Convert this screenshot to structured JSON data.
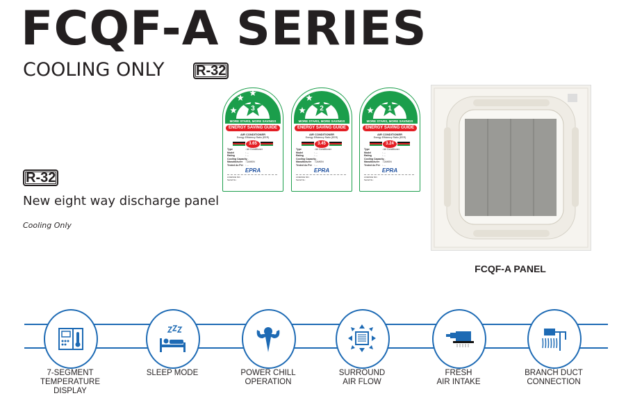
{
  "header": {
    "title": "FCQF-A SERIES",
    "subtitle": "COOLING ONLY",
    "refrigerant_badge": "R-32"
  },
  "intro": {
    "badge": "R-32",
    "description": "New eight way discharge panel",
    "mode": "Cooling Only"
  },
  "energy_labels": [
    {
      "stars": "3",
      "ratio": "3.65"
    },
    {
      "stars": "2",
      "ratio": "3.45"
    },
    {
      "stars": "1",
      "ratio": "3.24"
    }
  ],
  "label_common": {
    "slogan": "MORE STARS, MORE SAVINGS",
    "guide": "ENERGY SAVING GUIDE",
    "product": "AIR CONDITIONER",
    "eer_title": "Energy Efficiency Ratio (EER)",
    "fields": [
      "Type",
      "Model",
      "Rating",
      "Cooling Capacity",
      "Manufacturer",
      "Tested As Per"
    ],
    "type_value": ": Air Conditioner",
    "manufacturer_value": ": DAIKIN",
    "logo": "EPRA",
    "licence": "LICENCE NO.:",
    "serial": "Serial No.:"
  },
  "panel": {
    "caption": "FCQF-A PANEL"
  },
  "features": [
    {
      "icon": "thermostat-display-icon",
      "label": "7-SEGMENT\nTEMPERATURE\nDISPLAY"
    },
    {
      "icon": "sleep-bed-icon",
      "label": "SLEEP MODE"
    },
    {
      "icon": "power-chill-icon",
      "label": "POWER CHILL\nOPERATION"
    },
    {
      "icon": "surround-airflow-icon",
      "label": "SURROUND\nAIR FLOW"
    },
    {
      "icon": "fresh-air-intake-icon",
      "label": "FRESH\nAIR INTAKE"
    },
    {
      "icon": "branch-duct-icon",
      "label": "BRANCH DUCT\nCONNECTION"
    }
  ],
  "colors": {
    "accent": "#1d6ab4",
    "label_green": "#1b9e4b",
    "label_red": "#e31e24"
  }
}
